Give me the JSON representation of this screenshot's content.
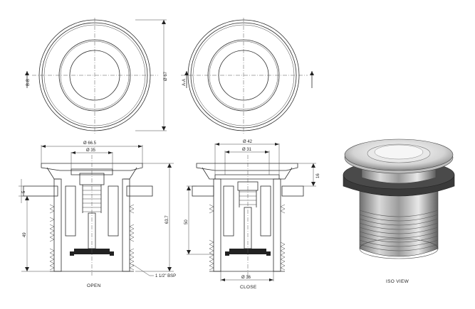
{
  "views": {
    "open": {
      "caption": "OPEN"
    },
    "close": {
      "caption": "CLOSE"
    },
    "iso": {
      "caption": "ISO VIEW"
    }
  },
  "sections": {
    "left_marker": "B-B",
    "right_marker": "A-A"
  },
  "dimensions": {
    "top_dia": "Ø 67",
    "open_outer": "Ø 66.5",
    "open_inner": "Ø 35",
    "open_height": "63.7",
    "open_thread": "49",
    "open_flange": "5",
    "bsp": "1 1/2\" BSP",
    "close_outer": "Ø 42",
    "close_inner": "Ø 31",
    "close_height": "50",
    "close_top": "16",
    "close_bottom": "Ø 36"
  },
  "colors": {
    "line": "#2b2b2b",
    "metal_light": "#e6e6e6",
    "metal_dark": "#3a3a3a"
  }
}
